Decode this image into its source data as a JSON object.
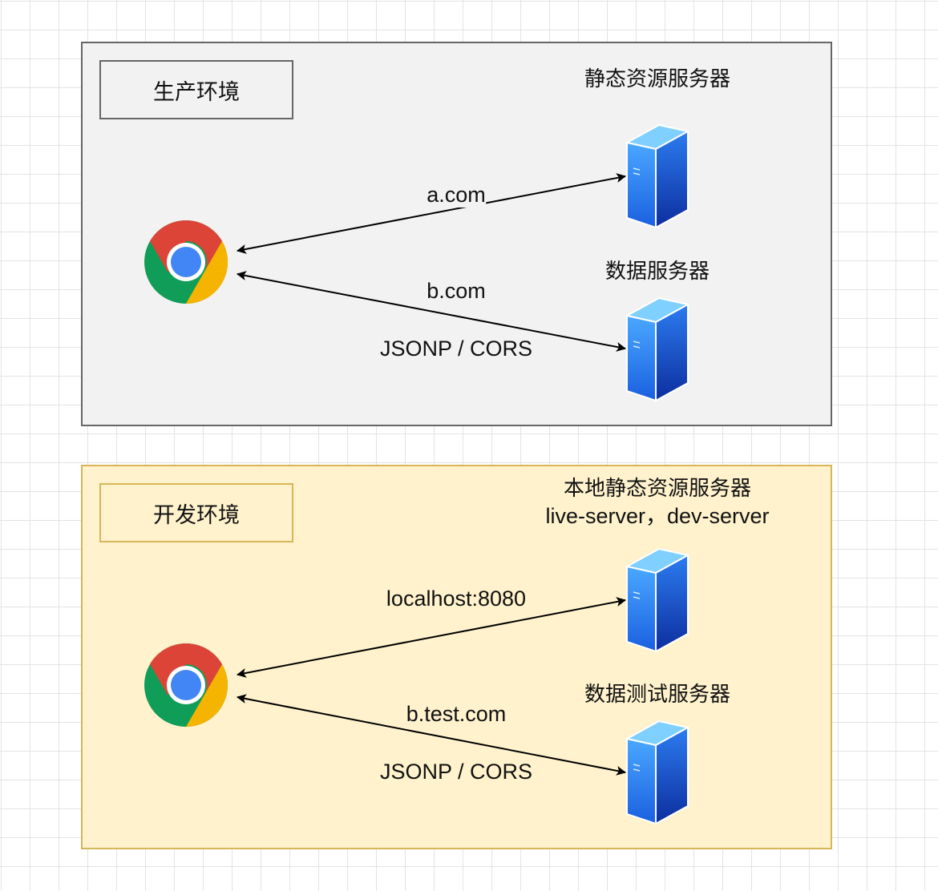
{
  "production": {
    "label": "生产环境",
    "static_server": {
      "title": "静态资源服务器",
      "icon": "server-icon"
    },
    "data_server": {
      "title": "数据服务器",
      "icon": "server-icon"
    },
    "browser": {
      "icon": "chrome-browser-icon"
    },
    "edges": {
      "static": "a.com",
      "data": "b.com",
      "data_protocol": "JSONP / CORS"
    }
  },
  "development": {
    "label": "开发环境",
    "static_server": {
      "title_line1": "本地静态资源服务器",
      "title_line2": "live-server，dev-server",
      "icon": "server-icon"
    },
    "data_server": {
      "title": "数据测试服务器",
      "icon": "server-icon"
    },
    "browser": {
      "icon": "chrome-browser-icon"
    },
    "edges": {
      "static": "localhost:8080",
      "data": "b.test.com",
      "data_protocol": "JSONP / CORS"
    }
  },
  "colors": {
    "prod_fill": "#f2f2f2",
    "prod_stroke": "#666666",
    "dev_fill": "#fff2cc",
    "dev_stroke": "#d6b656",
    "chrome_red": "#db4437",
    "chrome_green": "#0f9d58",
    "chrome_yellow": "#f4b400",
    "chrome_blue": "#4285f4",
    "server_blue": "#1a6ee8"
  }
}
